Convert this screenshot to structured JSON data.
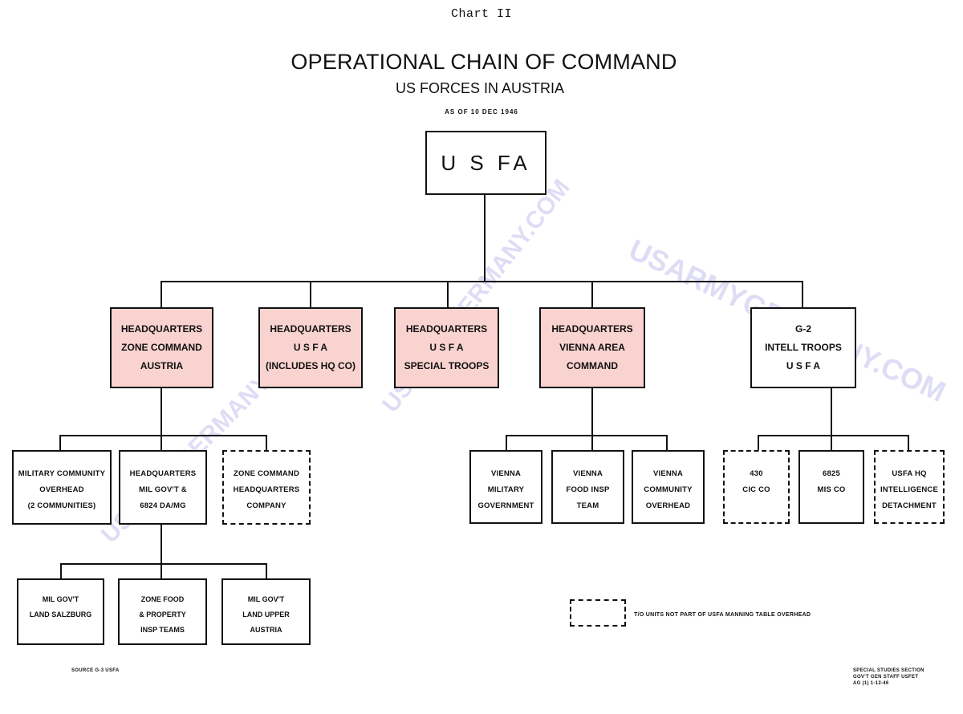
{
  "header": {
    "chart_label": "Chart II",
    "title": "OPERATIONAL CHAIN OF COMMAND",
    "subtitle": "US FORCES IN AUSTRIA",
    "as_of": "AS OF 10 DEC 1946"
  },
  "top_node": {
    "label": "U S FA"
  },
  "level1": [
    {
      "lines": [
        "HEADQUARTERS",
        "ZONE COMMAND",
        "AUSTRIA"
      ],
      "fill": "pink"
    },
    {
      "lines": [
        "HEADQUARTERS",
        "U S F A",
        "(INCLUDES HQ CO)"
      ],
      "fill": "pink"
    },
    {
      "lines": [
        "HEADQUARTERS",
        "U S F A",
        "SPECIAL TROOPS"
      ],
      "fill": "pink"
    },
    {
      "lines": [
        "HEADQUARTERS",
        "VIENNA AREA",
        "COMMAND"
      ],
      "fill": "pink"
    },
    {
      "lines": [
        "G-2",
        "INTELL TROOPS",
        "U S F A"
      ],
      "fill": "white"
    }
  ],
  "zone_command_children": [
    {
      "lines": [
        "MILITARY COMMUNITY",
        "OVERHEAD",
        "(2 COMMUNITIES)"
      ],
      "dashed": false
    },
    {
      "lines": [
        "HEADQUARTERS",
        "MIL GOV'T &",
        "6824 DA/MG"
      ],
      "dashed": false
    },
    {
      "lines": [
        "ZONE COMMAND",
        "HEADQUARTERS",
        "COMPANY"
      ],
      "dashed": true
    }
  ],
  "mil_govt_children": [
    {
      "lines": [
        "MIL GOV'T",
        "LAND SALZBURG"
      ],
      "dashed": false
    },
    {
      "lines": [
        "ZONE FOOD",
        "& PROPERTY",
        "INSP TEAMS"
      ],
      "dashed": false
    },
    {
      "lines": [
        "MIL GOV'T",
        "LAND UPPER",
        "AUSTRIA"
      ],
      "dashed": false
    }
  ],
  "vienna_children": [
    {
      "lines": [
        "VIENNA",
        "MILITARY",
        "GOVERNMENT"
      ],
      "dashed": false
    },
    {
      "lines": [
        "VIENNA",
        "FOOD INSP",
        "TEAM"
      ],
      "dashed": false
    },
    {
      "lines": [
        "VIENNA",
        "COMMUNITY",
        "OVERHEAD"
      ],
      "dashed": false
    }
  ],
  "g2_children": [
    {
      "lines": [
        "430",
        "CIC CO"
      ],
      "dashed": true
    },
    {
      "lines": [
        "6825",
        "MIS CO"
      ],
      "dashed": false
    },
    {
      "lines": [
        "USFA HQ",
        "INTELLIGENCE",
        "DETACHMENT"
      ],
      "dashed": true
    }
  ],
  "legend": {
    "dashed_box_meaning": "T/O UNITS NOT PART OF USFA MANNING TABLE OVERHEAD"
  },
  "footer": {
    "source": "SOURCE G-3 USFA",
    "credit_lines": [
      "SPECIAL STUDIES SECTION",
      "GOV'T GEN STAFF USFET",
      "AG (1) 1-12-46"
    ]
  },
  "watermark": {
    "text": "USARMYGERMANY.COM"
  },
  "colors": {
    "hq_fill": "#f9d3cf",
    "line": "#111111",
    "watermark": "#c9c8f0"
  }
}
